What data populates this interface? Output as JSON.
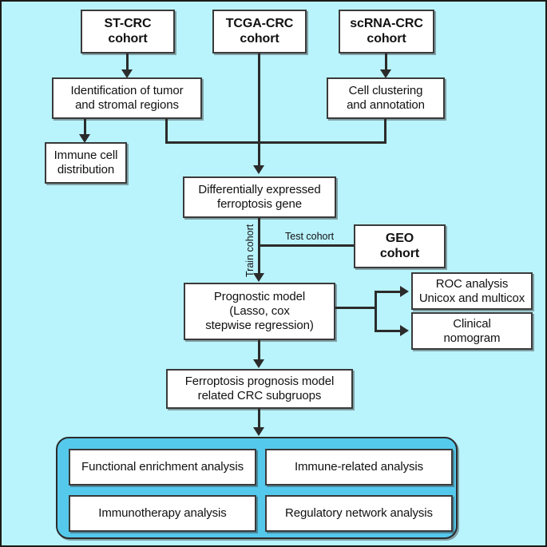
{
  "diagram": {
    "title": "Ferroptosis CRC study workflow flowchart",
    "background_color": "#b9f3fc",
    "panel_color": "#55c9ec",
    "node_fill": "#ffffff",
    "line_color": "#2b2b2b",
    "nodes": {
      "st_crc_cohort": "ST-CRC\ncohort",
      "tcga_crc_cohort": "TCGA-CRC\ncohort",
      "scrna_crc_cohort": "scRNA-CRC\ncohort",
      "identification": "Identification of tumor\nand stromal regions",
      "cell_clustering": "Cell clustering\nand annotation",
      "immune_cell_distribution": "Immune cell\ndistribution",
      "deg_ferroptosis": "Differentially expressed\nferroptosis gene",
      "geo_cohort": "GEO\ncohort",
      "prognostic_model": "Prognostic model\n(Lasso, cox\nstepwise regression)",
      "roc_analysis": "ROC analysis\nUnicox and multicox",
      "clinical_nomogram": "Clinical\nnomogram",
      "prognosis_subgroups": "Ferroptosis prognosis model\nrelated CRC subgruops",
      "functional_enrichment": "Functional enrichment analysis",
      "immune_related": "Immune-related analysis",
      "immunotherapy": "Immunotherapy analysis",
      "regulatory_network": "Regulatory network analysis"
    },
    "edge_labels": {
      "train_cohort": "Train cohort",
      "test_cohort": "Test cohort"
    }
  }
}
